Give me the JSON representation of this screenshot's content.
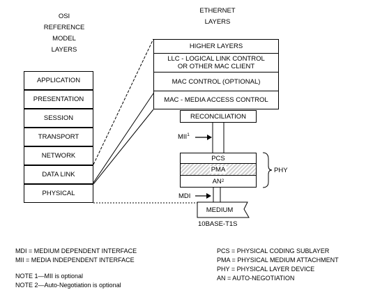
{
  "osi": {
    "header": [
      "OSI",
      "REFERENCE",
      "MODEL",
      "LAYERS"
    ],
    "layers": [
      "APPLICATION",
      "PRESENTATION",
      "SESSION",
      "TRANSPORT",
      "NETWORK",
      "DATA LINK",
      "PHYSICAL"
    ]
  },
  "ethernet": {
    "header": [
      "ETHERNET",
      "LAYERS"
    ],
    "higher_layers": "HIGHER LAYERS",
    "llc_line1": "LLC - LOGICAL LINK CONTROL",
    "llc_line2": "OR OTHER MAC CLIENT",
    "mac_control": "MAC CONTROL (OPTIONAL)",
    "mac": "MAC - MEDIA ACCESS CONTROL",
    "reconciliation": "RECONCILIATION",
    "mii": "MII",
    "mii_note_ref": "1",
    "pcs": "PCS",
    "pma": "PMA",
    "an": "AN",
    "an_note_ref": "2",
    "phy": "PHY",
    "mdi": "MDI",
    "medium": "MEDIUM",
    "medium_type": "10BASE-T1S"
  },
  "legend_left": [
    "MDI = MEDIUM DEPENDENT INTERFACE",
    "MII = MEDIA INDEPENDENT INTERFACE"
  ],
  "notes": [
    "NOTE 1—MII is optional",
    "NOTE 2—Auto-Negotiation is optional"
  ],
  "legend_right": [
    "PCS = PHYSICAL CODING SUBLAYER",
    "PMA = PHYSICAL MEDIUM ATTACHMENT",
    "PHY = PHYSICAL LAYER DEVICE",
    "AN = AUTO-NEGOTIATION"
  ]
}
